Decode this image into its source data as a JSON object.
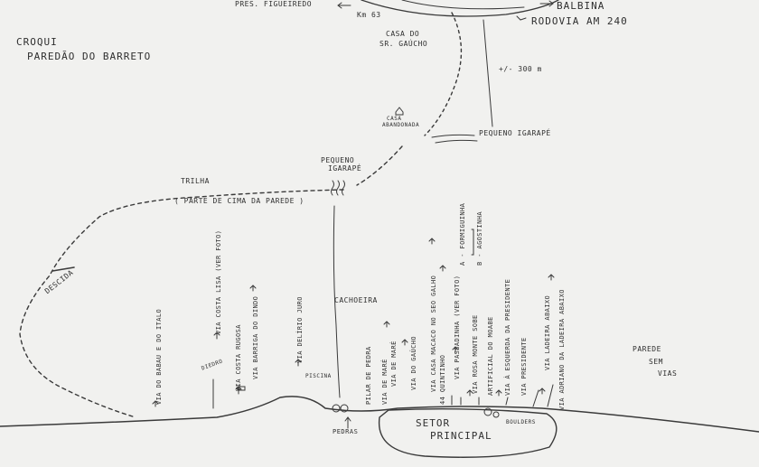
{
  "title": {
    "line1": "CROQUI",
    "line2": "PAREDÃO DO BARRETO"
  },
  "top": {
    "pres_figueiredo": "PRES. FIGUEIREDO",
    "km": "Km 63",
    "balbina": "BALBINA",
    "rodovia": "RODOVIA AM 240",
    "casa_line1": "CASA DO",
    "casa_line2": "SR. GAÚCHO",
    "distance": "+/- 300 m"
  },
  "landmarks": {
    "cabana_line1": "CASA",
    "cabana_line2": "ABANDONADA",
    "pequeno_igarape_right": "PEQUENO IGARAPÉ",
    "pequeno_igarape_center_1": "PEQUENO",
    "pequeno_igarape_center_2": "IGARAPÉ",
    "trilha": "TRILHA",
    "trilha_note": "( PARTE DE CIMA DA PAREDE )",
    "descida": "DESCIDA",
    "cachoeira": "CACHOEIRA",
    "piscina": "PISCINA",
    "pedras": "PEDRAS",
    "setor_line1": "SETOR",
    "setor_line2": "PRINCIPAL",
    "boulders": "BOULDERS",
    "parede_line1": "PAREDE",
    "parede_line2": "SEM",
    "parede_line3": "VIAS",
    "diedro": "DIEDRO"
  },
  "routes_left": [
    "VIA DO BABAU E DO ITALO",
    "VIA COSTA LISA (VER FOTO)",
    "VIA COSTA RUGOSA",
    "VIA BARRIGA DO DINDO",
    "VIA DELÍRIO JURO"
  ],
  "routes_right": [
    "PILAR DE PEDRA",
    "VIA DE MARÉ",
    "VIA DE MARÉ",
    "VIA DO GAÚCHO",
    "VIA CASA MACACO NO SEO GALHO",
    "44 QUINTINHO",
    "VIA PASSADINHA (VER FOTO)",
    "VIA ROSA MONTE SOBE",
    "ARTIFICIAL DO MOABE",
    "VIA À ESQUERDA DA PRESIDENTE",
    "VIA PRESIDENTE",
    "VIA LADEIRA ABAIXO",
    "VIA ADRIANO DA LADEIRA ABAIXO"
  ],
  "bracket": {
    "a": "A - FORMIGUINHA",
    "b": "B - AGOSTINHA"
  }
}
